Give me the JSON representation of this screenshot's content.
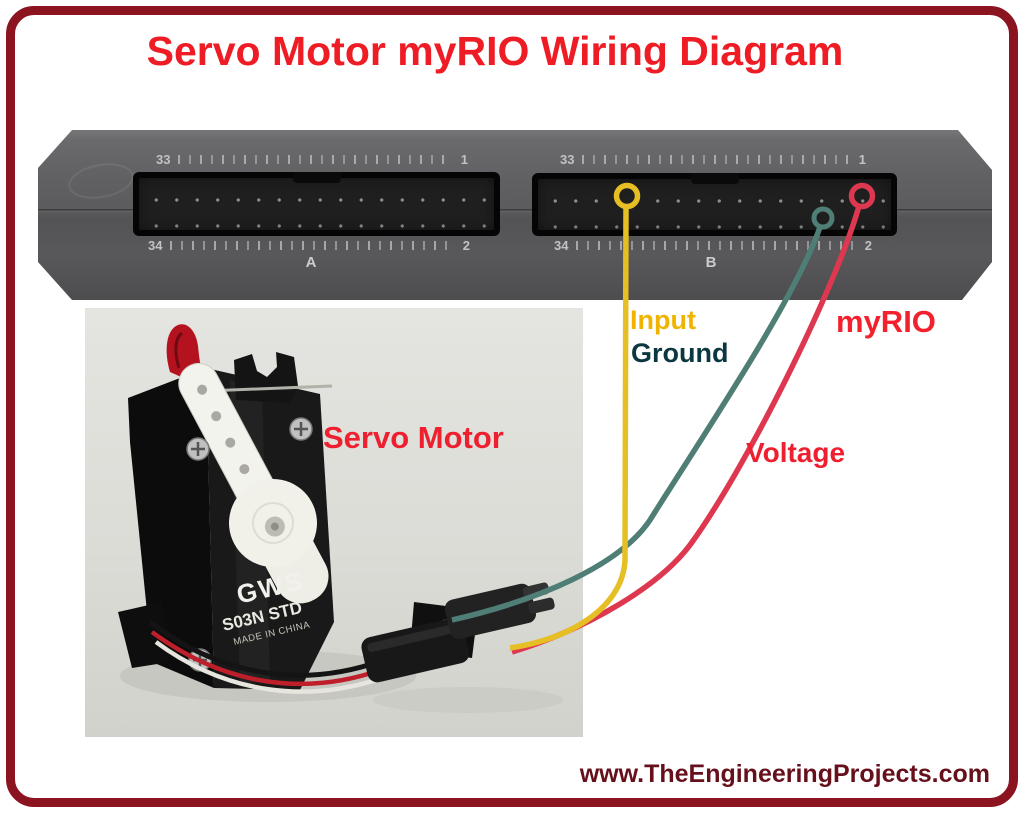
{
  "frame": {
    "border_color": "#8c1421",
    "background": "#ffffff"
  },
  "title": {
    "text": "Servo Motor myRIO Wiring Diagram",
    "color": "#ee1c25"
  },
  "device": {
    "body_color": "#5d5d5f",
    "ports": [
      {
        "letter": "A",
        "pin_top_left": "33",
        "pin_top_right": "1",
        "pin_bottom_left": "34",
        "pin_bottom_right": "2"
      },
      {
        "letter": "B",
        "pin_top_left": "33",
        "pin_top_right": "1",
        "pin_bottom_left": "34",
        "pin_bottom_right": "2"
      }
    ]
  },
  "device_label": {
    "text": "myRIO",
    "color": "#f3202e"
  },
  "wires": [
    {
      "name": "input",
      "label": "Input",
      "color": "#e6bf25",
      "label_color": "#f0b400"
    },
    {
      "name": "ground",
      "label": "Ground",
      "color": "#4f7e76",
      "label_color": "#0b3840"
    },
    {
      "name": "voltage",
      "label": "Voltage",
      "color": "#dd3850",
      "label_color": "#ee2030"
    }
  ],
  "servo": {
    "label": "Servo Motor",
    "label_color": "#ee2030",
    "brand": "GWS",
    "model": "S03N STD",
    "origin": "MADE IN CHINA"
  },
  "footer": {
    "text": "www.TheEngineeringProjects.com",
    "color": "#66101c"
  }
}
